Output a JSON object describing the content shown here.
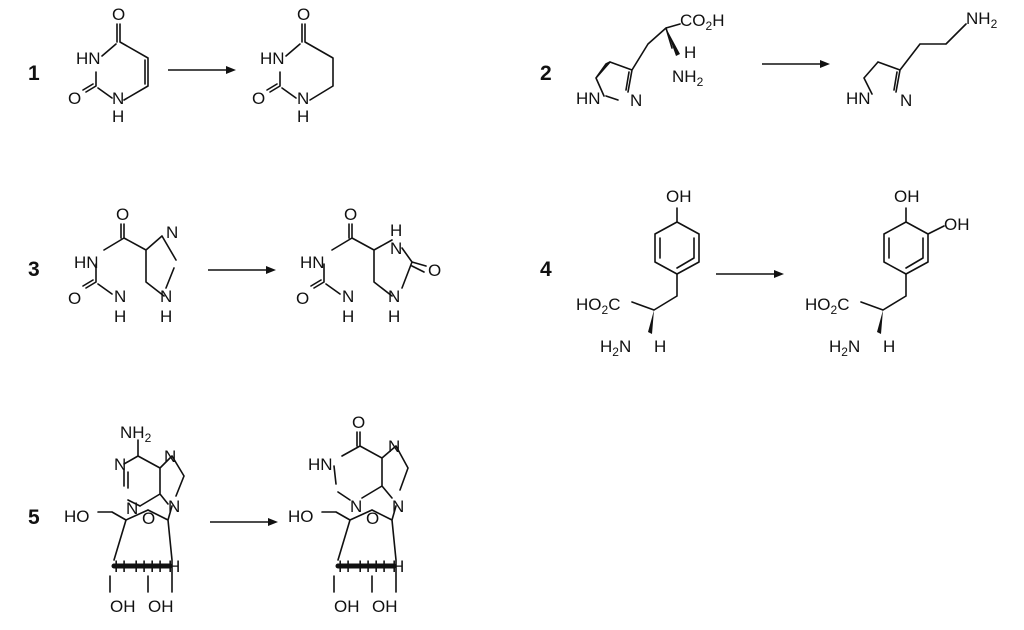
{
  "reactions": [
    {
      "number": "1"
    },
    {
      "number": "2"
    },
    {
      "number": "3"
    },
    {
      "number": "4"
    },
    {
      "number": "5"
    }
  ],
  "atom_labels": {
    "O": "O",
    "HN": "HN",
    "H": "H",
    "N": "N",
    "NH": "NH",
    "NH2": "NH",
    "NH2_sub": "2",
    "CO2H_a": "CO",
    "CO2H_sub": "2",
    "CO2H_b": "H",
    "HO2C_a": "HO",
    "HO2C_sub": "2",
    "HO2C_b": "C",
    "H2N_a": "H",
    "H2N_sub": "2",
    "H2N_b": "N",
    "OH": "OH",
    "HO": "HO"
  }
}
